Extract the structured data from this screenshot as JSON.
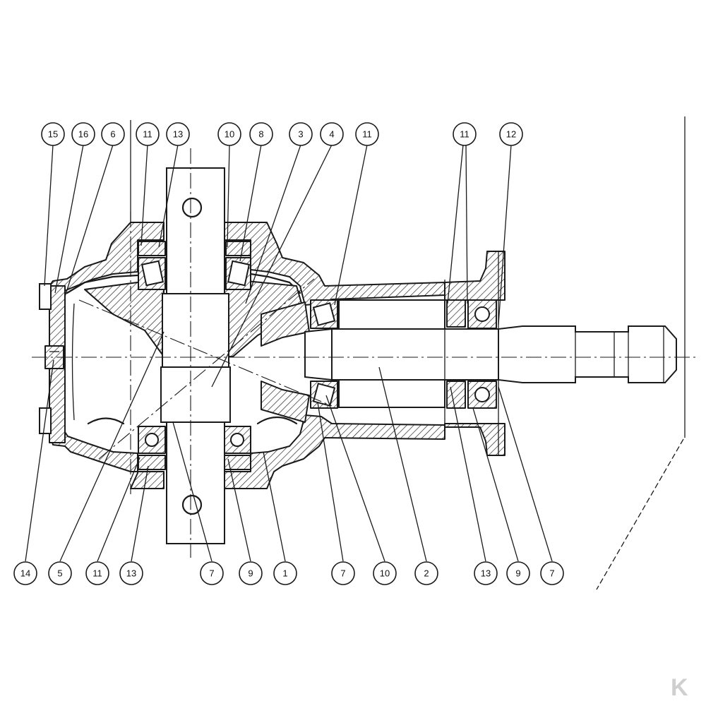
{
  "diagram": {
    "callouts_top": [
      "15",
      "16",
      "6",
      "11",
      "13",
      "10",
      "8",
      "3",
      "4",
      "11",
      "11",
      "12"
    ],
    "callouts_bottom": [
      "14",
      "5",
      "11",
      "13",
      "7",
      "9",
      "1",
      "7",
      "10",
      "2",
      "13",
      "9",
      "7"
    ],
    "watermark": "K",
    "colors": {
      "ink": "#1a1a1a",
      "paper": "#ffffff",
      "watermark": "#cfcfcf"
    }
  }
}
